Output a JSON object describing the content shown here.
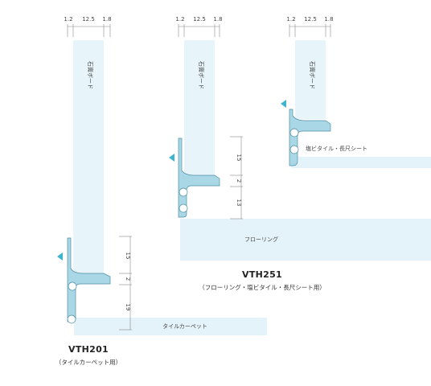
{
  "width_labels": {
    "left": "1.2",
    "middle": "12.5",
    "right": "1.8"
  },
  "board_label": "石膏ボード",
  "vth201": {
    "model": "VTH201",
    "subtitle": "（タイルカーペット用）",
    "floor_label": "タイルカーペット",
    "heights": [
      "15",
      "2",
      "19"
    ]
  },
  "vth251": {
    "model": "VTH251",
    "subtitle": "（フローリング・塩ビタイル・長尺シート用）",
    "floor_label": "フローリング",
    "heights": [
      "15",
      "2",
      "13"
    ]
  },
  "vth_third": {
    "floor_label": "塩ビタイル・長尺シート"
  },
  "colors": {
    "profile_fill": "#a9d7e6",
    "profile_stroke": "#4e8fa6",
    "board_fill": "#e7f5fa",
    "floor_fill": "#e4f3f9",
    "arrow": "#3fb4cf",
    "dim_line": "#888888"
  }
}
